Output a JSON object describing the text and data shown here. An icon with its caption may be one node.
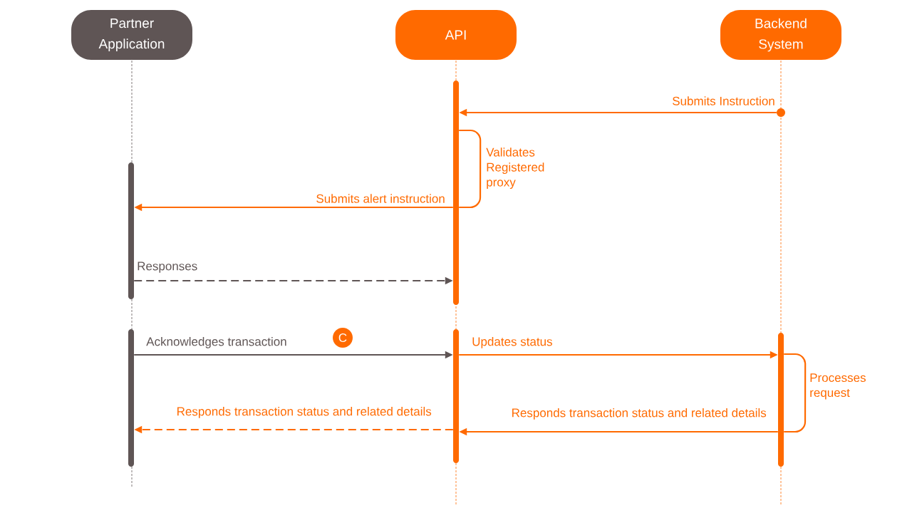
{
  "diagram": {
    "nodes": [
      {
        "text": [
          "Partner Application"
        ]
      },
      {
        "text": [
          "API"
        ]
      },
      {
        "text": [
          "Backend System"
        ]
      },
      {
        "text": [],
        "shape": "bar"
      },
      {
        "text": [],
        "shape": "bar"
      },
      {
        "text": [],
        "shape": "bar"
      },
      {
        "text": [],
        "shape": "bar"
      },
      {
        "text": [],
        "shape": "bar"
      },
      {
        "text": [
          "C"
        ]
      },
      {
        "text": [],
        "shape": "circle"
      }
    ],
    "edges": [
      {
        "from": 9,
        "to": 3,
        "arrow": "to",
        "label": "Submits Instruction"
      },
      {
        "from": 3,
        "to": 3,
        "arrow": "none",
        "label": "Validates Registered proxy"
      },
      {
        "from": 3,
        "to": 4,
        "arrow": "to",
        "label": "Submits alert instruction"
      },
      {
        "from": 4,
        "to": 3,
        "arrow": "to",
        "label": "Responses",
        "style": "dashed",
        "color": "#5f5555"
      },
      {
        "from": 5,
        "to": 6,
        "arrow": "to",
        "label": "Acknowledges transaction",
        "color": "#5f5555"
      },
      {
        "from": 6,
        "to": 7,
        "arrow": "to",
        "label": "Updates status"
      },
      {
        "from": 7,
        "to": 7,
        "arrow": "none",
        "label": "Processes request"
      },
      {
        "from": 7,
        "to": 6,
        "arrow": "to",
        "label": "Responds transaction status and related details"
      },
      {
        "from": 6,
        "to": 5,
        "arrow": "to",
        "label": "Responds transaction status and related details",
        "style": "dashed"
      }
    ]
  }
}
